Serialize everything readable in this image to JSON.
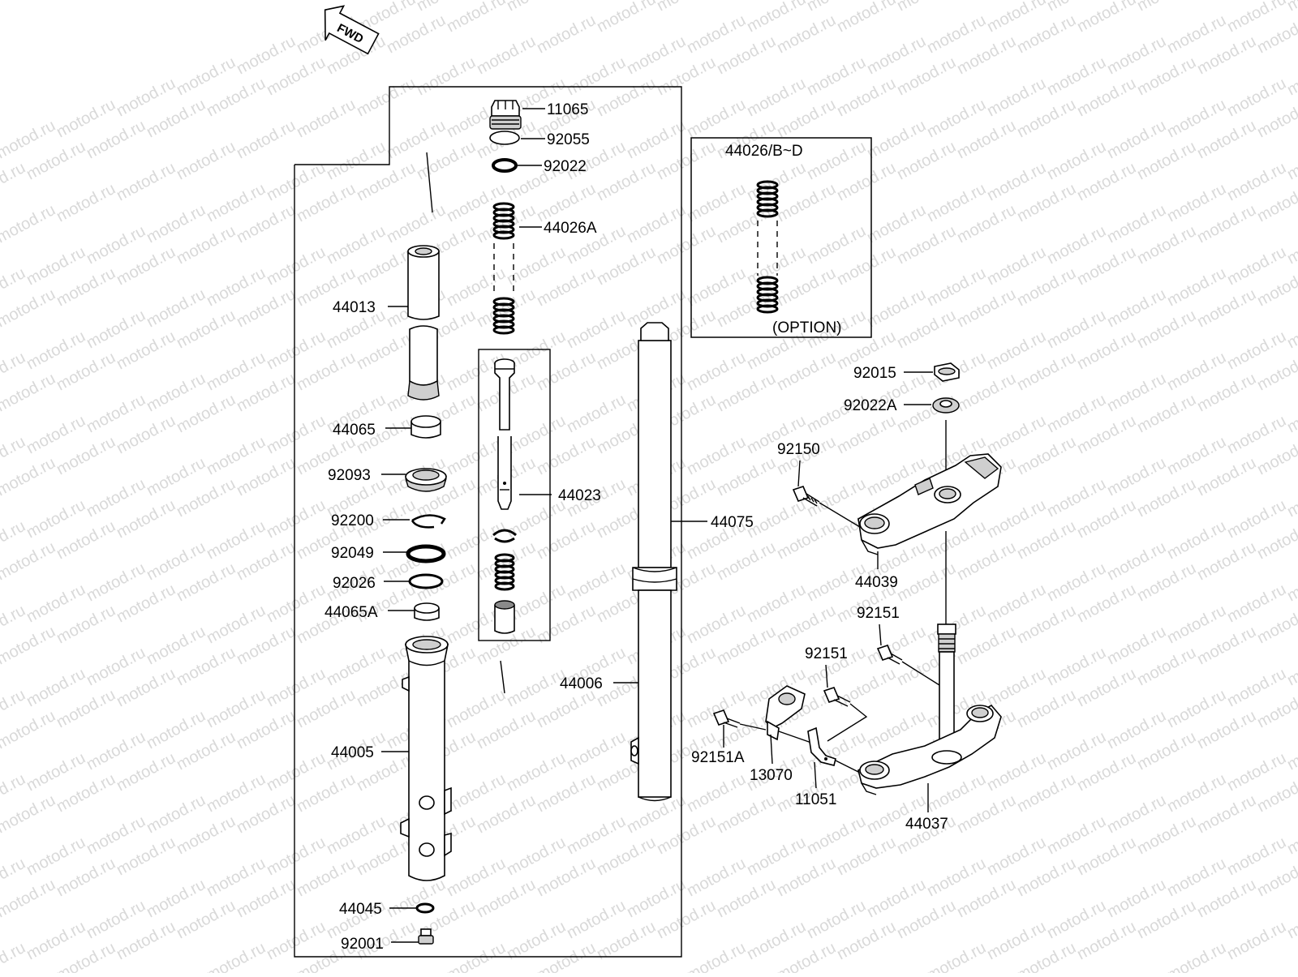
{
  "watermark": "motod.ru",
  "fwd_label": "FWD",
  "option_label": "(OPTION)",
  "labels": {
    "p11065": "11065",
    "p92055": "92055",
    "p92022": "92022",
    "p44026A": "44026A",
    "p44026BD": "44026/B~D",
    "p44013": "44013",
    "p44065": "44065",
    "p92093": "92093",
    "p92200": "92200",
    "p92049": "92049",
    "p92026": "92026",
    "p44065A": "44065A",
    "p44005": "44005",
    "p44045": "44045",
    "p92001": "92001",
    "p44023": "44023",
    "p44075": "44075",
    "p44006": "44006",
    "p92015": "92015",
    "p92022A": "92022A",
    "p92150": "92150",
    "p44039": "44039",
    "p92151a": "92151",
    "p92151b": "92151",
    "p92151A": "92151A",
    "p13070": "13070",
    "p11051": "11051",
    "p44037": "44037"
  },
  "colors": {
    "line": "#000000",
    "watermark": "#d9d9d9",
    "fill_light": "#cfcfcf",
    "fill_dark": "#8a8a8a"
  }
}
